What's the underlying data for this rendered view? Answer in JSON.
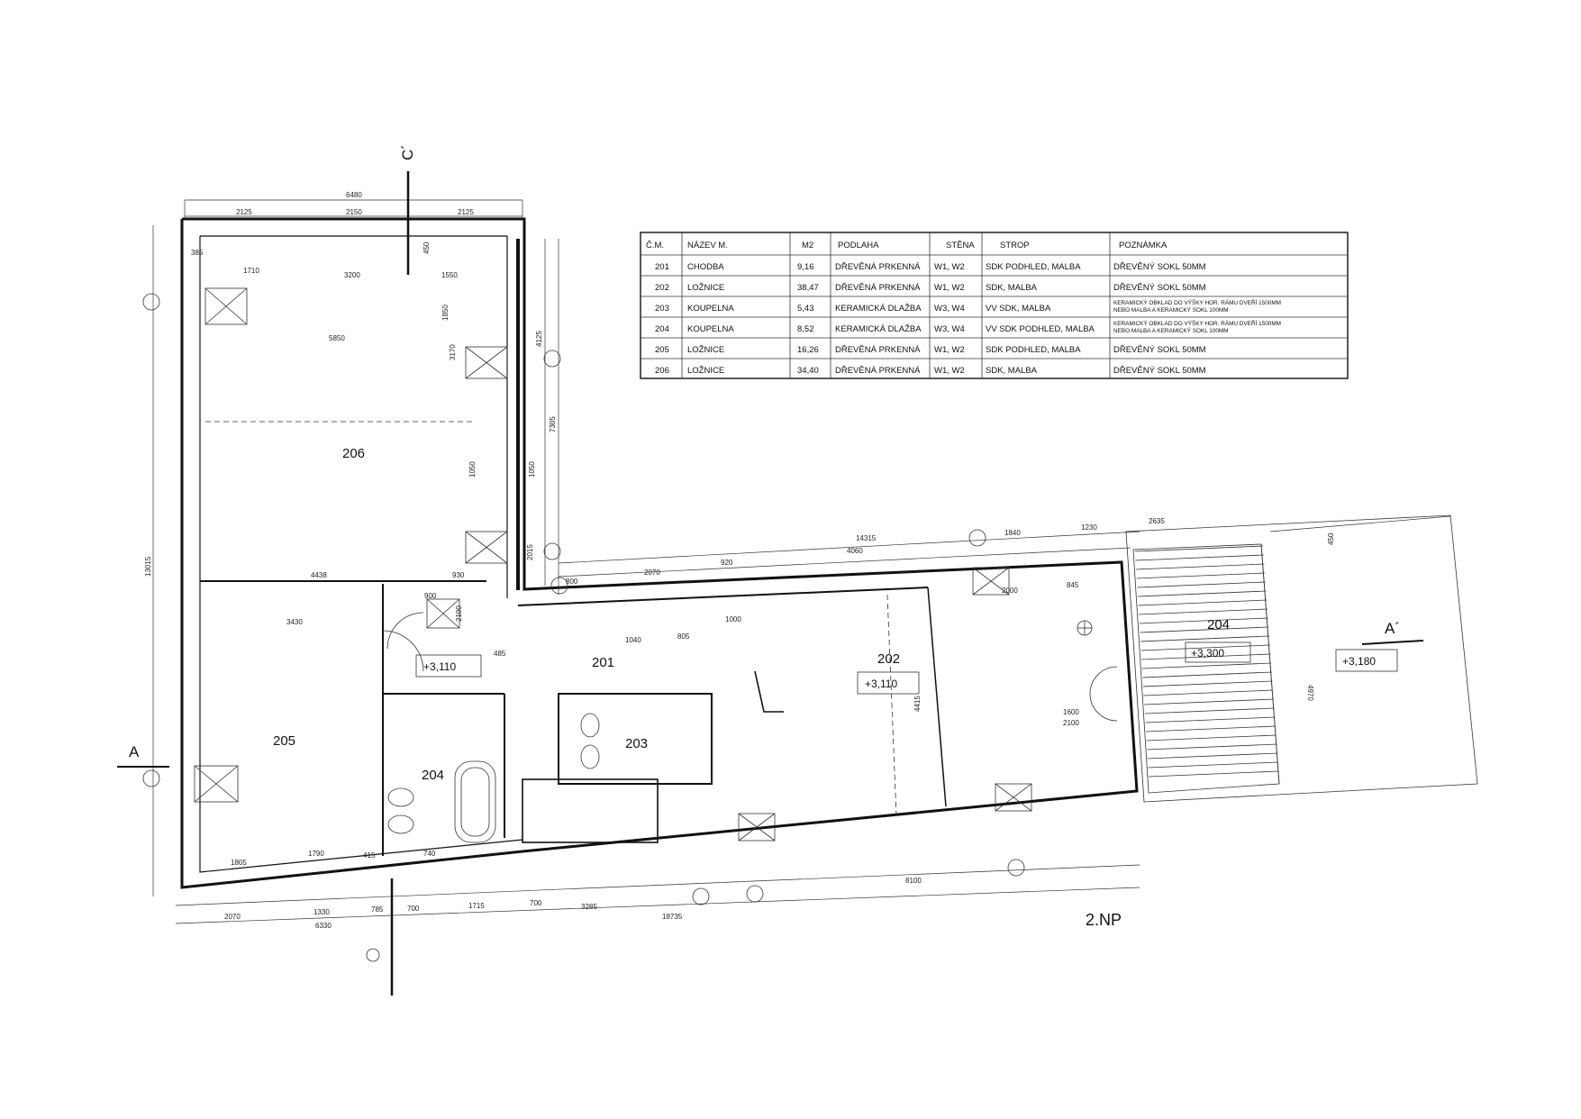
{
  "sheet": {
    "floor_label": "2.NP",
    "sections": {
      "top_right": "C´",
      "left": "A",
      "right": "A´"
    },
    "levels": {
      "l205": "+3,110",
      "l202": "+3,110",
      "l204": "+3,300",
      "l_outer": "+3,180"
    }
  },
  "rooms": [
    {
      "id": "206"
    },
    {
      "id": "205"
    },
    {
      "id": "204"
    },
    {
      "id": "201"
    },
    {
      "id": "203"
    },
    {
      "id": "202"
    },
    {
      "id": "204b",
      "label": "204"
    }
  ],
  "room_labels": {
    "r206": "206",
    "r205": "205",
    "r204": "204",
    "r201": "201",
    "r203": "203",
    "r202": "202",
    "r204b": "204"
  },
  "dimensions": {
    "top_total": "6480",
    "top_a": "2125",
    "top_b": "2150",
    "top_c": "2125",
    "d385": "385",
    "d1710": "1710",
    "d3200": "3200",
    "d1550": "1550",
    "d450": "450",
    "d5850": "5850",
    "d1850": "1850",
    "d3170": "3170",
    "d4125": "4125",
    "d7305": "7305",
    "d1050a": "1050",
    "d1050b": "1050",
    "d13015": "13015",
    "d4438": "4438",
    "d930": "930",
    "d2015": "2015",
    "d3430": "3430",
    "d900": "900",
    "d2100": "2100",
    "d485": "485",
    "d740": "740",
    "d800": "800",
    "d2070": "2070",
    "d920": "920",
    "d4060": "4060",
    "d14315": "14315",
    "d1840": "1840",
    "d1230": "1230",
    "d2635": "2635",
    "d450b": "450",
    "d1000": "1000",
    "d2000": "2000",
    "d845": "845",
    "d1790": "1790",
    "d1805": "1805",
    "d415": "415",
    "b2070": "2070",
    "b1330": "1330",
    "b785": "785",
    "b700": "700",
    "b1715": "1715",
    "b700b": "700",
    "b3285": "3285",
    "b6330": "6330",
    "b18735": "18735",
    "b8100": "8100",
    "d4415": "4415",
    "d1600": "1600",
    "d2100b": "2100",
    "d4970": "4970",
    "d1040": "1040",
    "d805": "805"
  },
  "legend_table": {
    "headers": [
      "Č.M.",
      "NÁZEV M.",
      "M2",
      "PODLAHA",
      "STĚNA",
      "STROP",
      "POZNÁMKA"
    ],
    "rows": [
      {
        "no": "201",
        "name": "CHODBA",
        "m2": "9,16",
        "floor": "DŘEVĚNÁ PRKENNÁ",
        "wall": "W1, W2",
        "ceiling": "SDK PODHLED, MALBA",
        "note": "DŘEVĚNÝ SOKL 50MM"
      },
      {
        "no": "202",
        "name": "LOŽNICE",
        "m2": "38,47",
        "floor": "DŘEVĚNÁ PRKENNÁ",
        "wall": "W1, W2",
        "ceiling": "SDK, MALBA",
        "note": "DŘEVĚNÝ SOKL 50MM"
      },
      {
        "no": "203",
        "name": "KOUPELNA",
        "m2": "5,43",
        "floor": "KERAMICKÁ DLAŽBA",
        "wall": "W3, W4",
        "ceiling": "VV SDK, MALBA",
        "note": "KERAMICKÝ OBKLAD DO VÝŠKY HOR. RÁMU DVEŘÍ 1500MM NEBO MALBA A KERAMICKÝ SOKL 100MM"
      },
      {
        "no": "204",
        "name": "KOUPELNA",
        "m2": "8,52",
        "floor": "KERAMICKÁ DLAŽBA",
        "wall": "W3, W4",
        "ceiling": "VV SDK PODHLED, MALBA",
        "note": "KERAMICKÝ OBKLAD DO VÝŠKY HOR. RÁMU DVEŘÍ 1500MM NEBO MALBA A KERAMICKÝ SOKL 100MM"
      },
      {
        "no": "205",
        "name": "LOŽNICE",
        "m2": "16,26",
        "floor": "DŘEVĚNÁ PRKENNÁ",
        "wall": "W1, W2",
        "ceiling": "SDK PODHLED, MALBA",
        "note": "DŘEVĚNÝ SOKL 50MM"
      },
      {
        "no": "206",
        "name": "LOŽNICE",
        "m2": "34,40",
        "floor": "DŘEVĚNÁ PRKENNÁ",
        "wall": "W1, W2",
        "ceiling": "SDK, MALBA",
        "note": "DŘEVĚNÝ SOKL 50MM"
      }
    ]
  }
}
